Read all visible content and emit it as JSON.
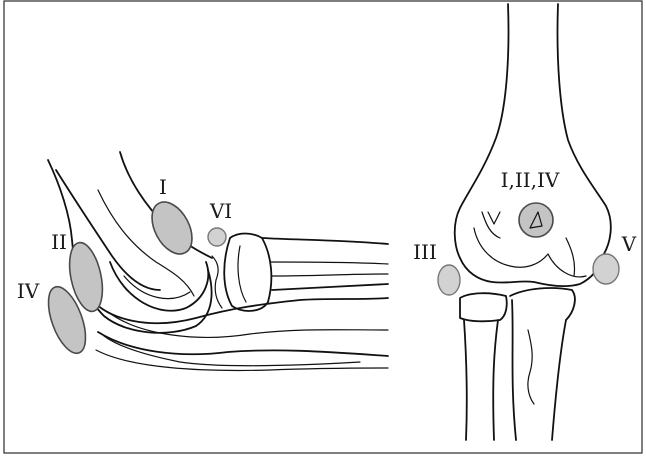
{
  "figure": {
    "lateral_view": {
      "labels": {
        "zone_1": "I",
        "zone_2": "II",
        "zone_4": "IV",
        "zone_6": "VI"
      }
    },
    "anterior_view": {
      "labels": {
        "center": "I,II,IV",
        "zone_3": "III",
        "zone_5": "V"
      }
    }
  }
}
